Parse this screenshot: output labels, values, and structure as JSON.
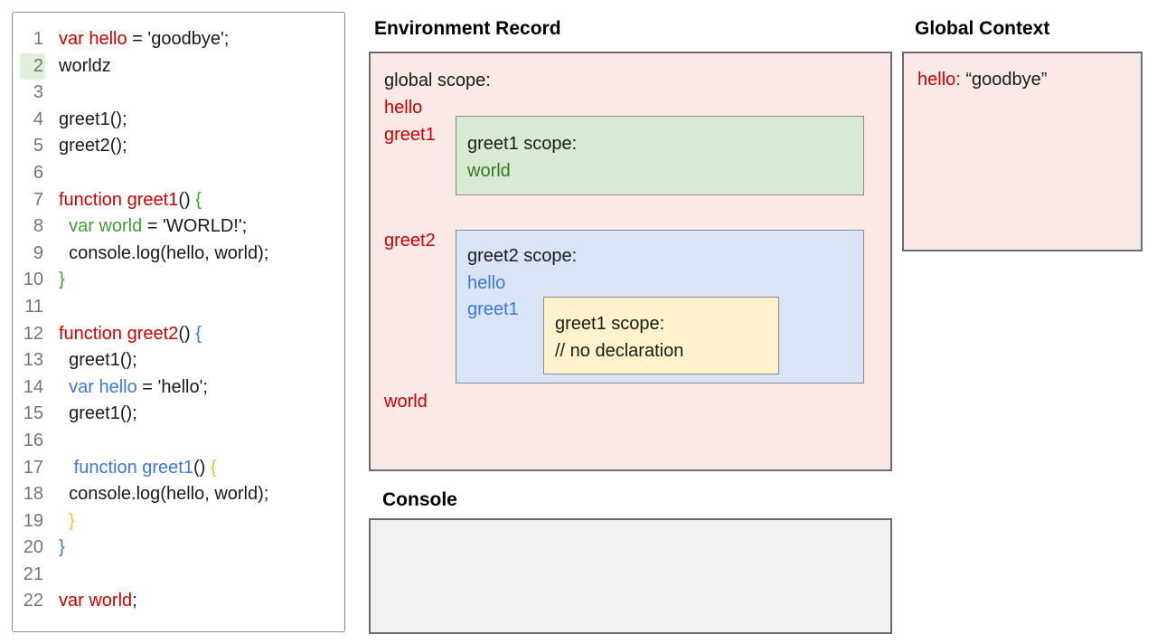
{
  "colors": {
    "red": "#cc0000",
    "code_green": "#469b3a",
    "dark_green": "#38761d",
    "blue": "#3c78d8",
    "gold": "#f1c232",
    "plain": "#1a1a1a",
    "line_number": "#757575",
    "line_highlight_bg": "#e2efda",
    "pink_bg": "#fbe9e8",
    "green_bg": "#d9ead3",
    "blue_bg": "#d9e4f6",
    "yellow_bg": "#fff2cc",
    "console_bg": "#f1f1f1"
  },
  "code_panel": {
    "highlighted_line": 2,
    "lines": [
      {
        "num": 1,
        "segments": [
          [
            "var hello",
            "red"
          ],
          [
            " = 'goodbye';",
            "plain"
          ]
        ]
      },
      {
        "num": 2,
        "segments": [
          [
            "worldz",
            "plain"
          ]
        ]
      },
      {
        "num": 3,
        "segments": []
      },
      {
        "num": 4,
        "segments": [
          [
            "greet1();",
            "plain"
          ]
        ]
      },
      {
        "num": 5,
        "segments": [
          [
            "greet2();",
            "plain"
          ]
        ]
      },
      {
        "num": 6,
        "segments": []
      },
      {
        "num": 7,
        "segments": [
          [
            "function greet1",
            "red"
          ],
          [
            "() ",
            "plain"
          ],
          [
            "{",
            "code_green"
          ]
        ]
      },
      {
        "num": 8,
        "segments": [
          [
            "  var world",
            "code_green"
          ],
          [
            " = 'WORLD!';",
            "plain"
          ]
        ]
      },
      {
        "num": 9,
        "segments": [
          [
            "  console.log(hello, world);",
            "plain"
          ]
        ]
      },
      {
        "num": 10,
        "segments": [
          [
            "}",
            "code_green"
          ]
        ]
      },
      {
        "num": 11,
        "segments": []
      },
      {
        "num": 12,
        "segments": [
          [
            "function greet2",
            "red"
          ],
          [
            "() ",
            "plain"
          ],
          [
            "{",
            "blue"
          ]
        ]
      },
      {
        "num": 13,
        "segments": [
          [
            "  greet1();",
            "plain"
          ]
        ]
      },
      {
        "num": 14,
        "segments": [
          [
            "  var hello",
            "blue"
          ],
          [
            " = 'hello';",
            "plain"
          ]
        ]
      },
      {
        "num": 15,
        "segments": [
          [
            "  greet1();",
            "plain"
          ]
        ]
      },
      {
        "num": 16,
        "segments": []
      },
      {
        "num": 17,
        "segments": [
          [
            "   function greet1",
            "blue"
          ],
          [
            "() ",
            "plain"
          ],
          [
            "{",
            "gold"
          ]
        ]
      },
      {
        "num": 18,
        "segments": [
          [
            "  console.log(hello, world);",
            "plain"
          ]
        ]
      },
      {
        "num": 19,
        "segments": [
          [
            "  }",
            "gold"
          ]
        ]
      },
      {
        "num": 20,
        "segments": [
          [
            "}",
            "blue"
          ]
        ]
      },
      {
        "num": 21,
        "segments": []
      },
      {
        "num": 22,
        "segments": [
          [
            "var world",
            "red"
          ],
          [
            ";",
            "plain"
          ]
        ]
      }
    ]
  },
  "environment_record": {
    "title": "Environment Record",
    "global_scope": {
      "label": "global scope:",
      "entries": [
        {
          "name": "hello",
          "color": "red"
        },
        {
          "name": "greet1",
          "color": "red"
        },
        {
          "name": "greet2",
          "color": "red"
        },
        {
          "name": "world",
          "color": "red"
        }
      ]
    },
    "greet1_scope": {
      "label": "greet1 scope:",
      "entries": [
        {
          "name": "world",
          "color": "dark_green"
        }
      ]
    },
    "greet2_scope": {
      "label": "greet2 scope:",
      "entries": [
        {
          "name": "hello",
          "color": "blue"
        },
        {
          "name": "greet1",
          "color": "blue"
        }
      ]
    },
    "greet2_greet1_scope": {
      "label": "greet1 scope:",
      "comment": "// no declaration"
    }
  },
  "global_context": {
    "title": "Global Context",
    "entries": [
      {
        "name": "hello:",
        "value": "“goodbye”"
      }
    ]
  },
  "console": {
    "title": "Console",
    "output": ""
  }
}
